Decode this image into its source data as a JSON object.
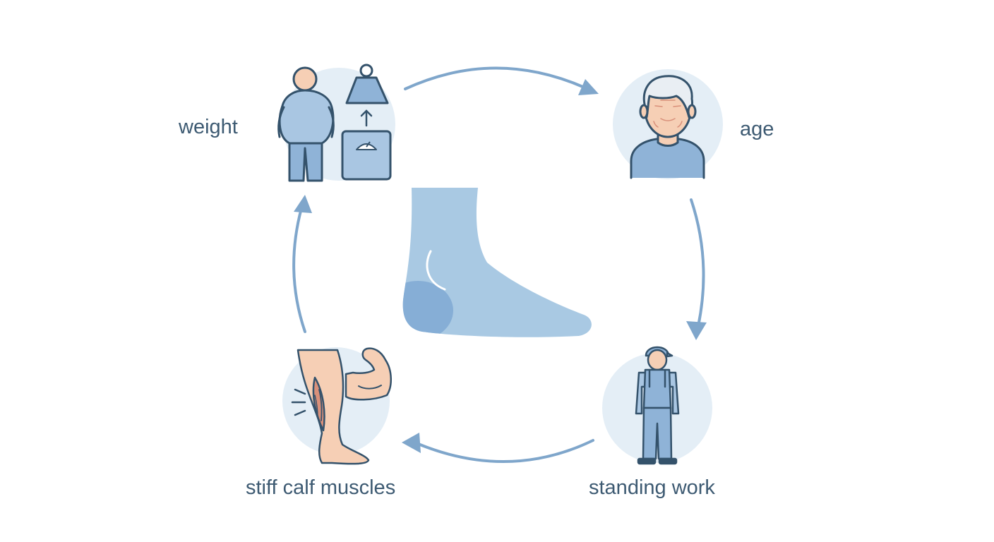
{
  "labels": {
    "weight": "weight",
    "age": "age",
    "standing_work": "standing work",
    "stiff_calf_muscles": "stiff calf muscles"
  },
  "colors": {
    "background": "#ffffff",
    "circle_fill": "#e4eef6",
    "icon_fill": "#8fb3d7",
    "icon_fill_light": "#a9c6e2",
    "icon_stroke": "#34526b",
    "arrow": "#7fa6cb",
    "foot": "#a9c9e3",
    "foot_heel": "#86aed6",
    "skin": "#f6cfb5",
    "skin_shade": "#edb89a",
    "muscle": "#d9907a",
    "text": "#3d5a72"
  },
  "icons": {
    "weight": [
      "person-icon",
      "kettlebell-icon",
      "up-arrow-icon",
      "scale-icon"
    ],
    "age": "elderly-person-icon",
    "standing_work": "worker-icon",
    "stiff_calf_muscles": [
      "leg-icon",
      "flexed-arm-icon"
    ],
    "center": "foot-icon"
  }
}
